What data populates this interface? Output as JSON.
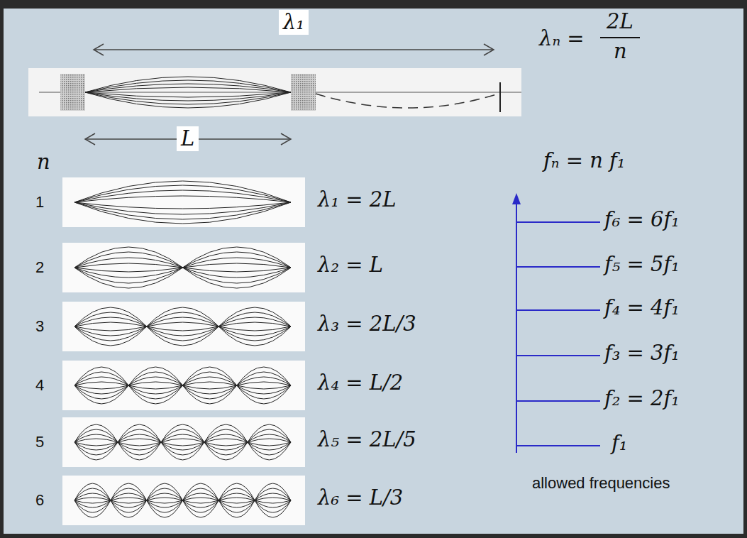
{
  "diagram": {
    "labels": [
      "λ₁",
      "L",
      "λₙ =",
      "2L",
      "n",
      "n",
      "1",
      "2",
      "3",
      "4",
      "5",
      "6",
      "λ₁ = 2L",
      "λ₂ = L",
      "λ₃ = 2L/3",
      "λ₄ = L/2",
      "λ₅ = 2L/5",
      "λ₆ = L/3",
      "fₙ = n f₁",
      "f₆ = 6f₁",
      "f₅ = 5f₁",
      "f₄ = 4f₁",
      "f₃ = 3f₁",
      "f₂ = 2f₁",
      "f₁",
      "allowed frequencies"
    ]
  }
}
